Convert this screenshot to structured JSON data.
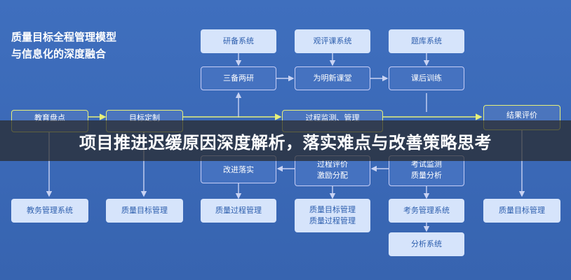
{
  "diagram": {
    "title_line1": "质量目标全程管理模型",
    "title_line2": "与信息化的深度融合",
    "top_systems": [
      "研备系统",
      "观评课系统",
      "题库系统"
    ],
    "process": [
      "三备两研",
      "为明新课堂",
      "课后训练"
    ],
    "highlight_row": [
      "教育盘点",
      "目标定制",
      "过程监测、管理",
      "结果评价"
    ],
    "lower_row": {
      "improve": "改进落实",
      "eval_line1": "过程评价",
      "eval_line2": "激励分配",
      "exam_line1": "考试监测",
      "exam_line2": "质量分析"
    },
    "bottom_systems": {
      "col1": "教务管理系统",
      "col2": "质量目标管理",
      "col3": "质量过程管理",
      "col4_line1": "质量目标管理",
      "col4_line2": "质量过程管理",
      "col5": "考务管理系统",
      "col5b": "分析系统",
      "col6": "质量目标管理"
    }
  },
  "banner": {
    "headline": "项目推进迟缓原因深度解析，落实难点与改善策略思考"
  },
  "colors": {
    "background": "#3f6fbe",
    "system_box": "#d6e4fb",
    "highlight_border": "#e6ef7a",
    "banner_overlay": "rgba(40,40,40,0.72)"
  }
}
